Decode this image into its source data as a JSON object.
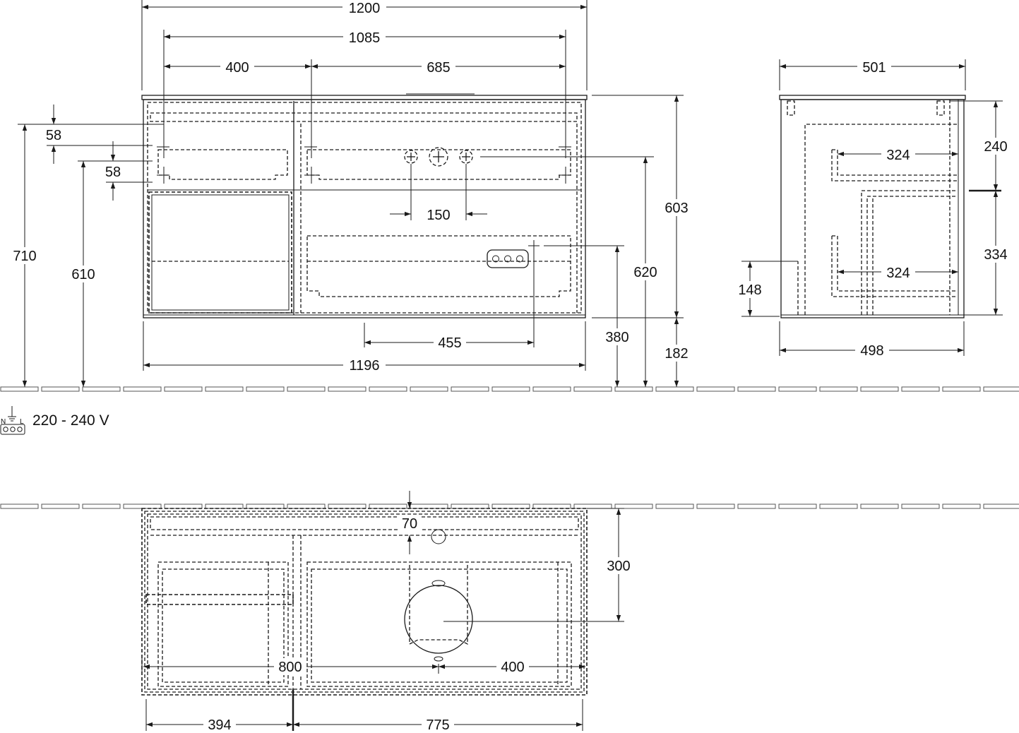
{
  "front_view": {
    "overall_width": "1200",
    "inner_width": "1085",
    "left_section": "400",
    "right_section": "685",
    "drawer_offset_top": "58",
    "drawer_offset_second": "58",
    "total_height": "710",
    "top_height": "610",
    "tap_spacing": "150",
    "body_height": "603",
    "fixing_height": "620",
    "socket_height": "380",
    "leg_height": "182",
    "socket_offset": "455",
    "body_width": "1196"
  },
  "side_view": {
    "top_depth": "501",
    "upper_drawer_height": "240",
    "upper_drawer_depth": "324",
    "lower_drawer_height": "334",
    "lower_drawer_depth": "324",
    "plinth_height": "148",
    "body_depth": "498"
  },
  "electrical": {
    "symbol_labels": {
      "n": "N",
      "l": "L"
    },
    "voltage": "220 - 240 V"
  },
  "plan_view": {
    "wall_offset": "70",
    "drain_depth": "300",
    "basin_width": "800",
    "basin_centre": "400",
    "left_width": "394",
    "right_width": "775"
  }
}
